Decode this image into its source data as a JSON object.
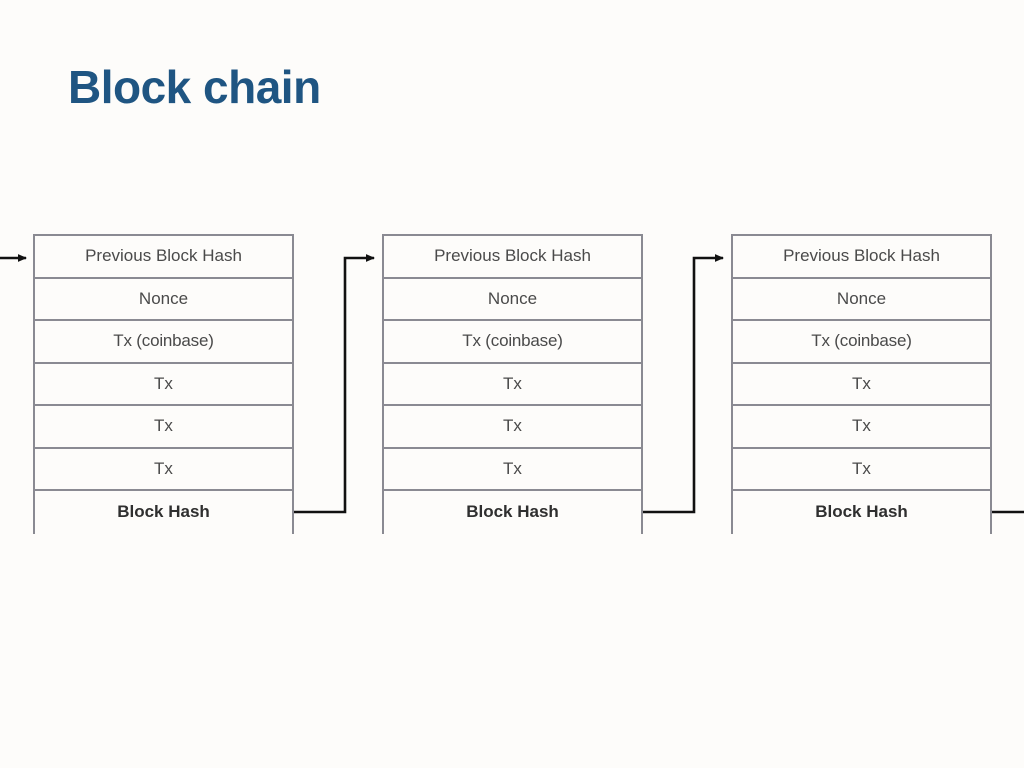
{
  "slide": {
    "title": "Block chain",
    "title_color": "#1f5582",
    "background_color": "#fdfcfa"
  },
  "diagram": {
    "type": "block-chain",
    "border_color": "#8a8a92",
    "connector_color": "#111111",
    "row_labels": {
      "previous_block_hash": "Previous Block Hash",
      "nonce": "Nonce",
      "tx_coinbase": "Tx (coinbase)",
      "tx": "Tx",
      "block_hash": "Block Hash"
    },
    "blocks": [
      {
        "name": "block-1",
        "rows": [
          {
            "label": "Previous Block Hash",
            "bold": false
          },
          {
            "label": "Nonce",
            "bold": false
          },
          {
            "label": "Tx (coinbase)",
            "bold": false
          },
          {
            "label": "Tx",
            "bold": false
          },
          {
            "label": "Tx",
            "bold": false
          },
          {
            "label": "Tx",
            "bold": false
          },
          {
            "label": "Block Hash",
            "bold": true
          }
        ]
      },
      {
        "name": "block-2",
        "rows": [
          {
            "label": "Previous Block Hash",
            "bold": false
          },
          {
            "label": "Nonce",
            "bold": false
          },
          {
            "label": "Tx (coinbase)",
            "bold": false
          },
          {
            "label": "Tx",
            "bold": false
          },
          {
            "label": "Tx",
            "bold": false
          },
          {
            "label": "Tx",
            "bold": false
          },
          {
            "label": "Block Hash",
            "bold": true
          }
        ]
      },
      {
        "name": "block-3",
        "rows": [
          {
            "label": "Previous Block Hash",
            "bold": false
          },
          {
            "label": "Nonce",
            "bold": false
          },
          {
            "label": "Tx (coinbase)",
            "bold": false
          },
          {
            "label": "Tx",
            "bold": false
          },
          {
            "label": "Tx",
            "bold": false
          },
          {
            "label": "Tx",
            "bold": false
          },
          {
            "label": "Block Hash",
            "bold": true
          }
        ]
      }
    ],
    "connectors": [
      {
        "name": "incoming-arrow-left",
        "from": "offscreen-left",
        "to": "block-1-previous-block-hash"
      },
      {
        "name": "link-block1-to-block2",
        "from": "block-1-block-hash",
        "to": "block-2-previous-block-hash"
      },
      {
        "name": "link-block2-to-block3",
        "from": "block-2-block-hash",
        "to": "block-3-previous-block-hash"
      },
      {
        "name": "outgoing-line-right",
        "from": "block-3-block-hash",
        "to": "offscreen-right"
      }
    ]
  }
}
